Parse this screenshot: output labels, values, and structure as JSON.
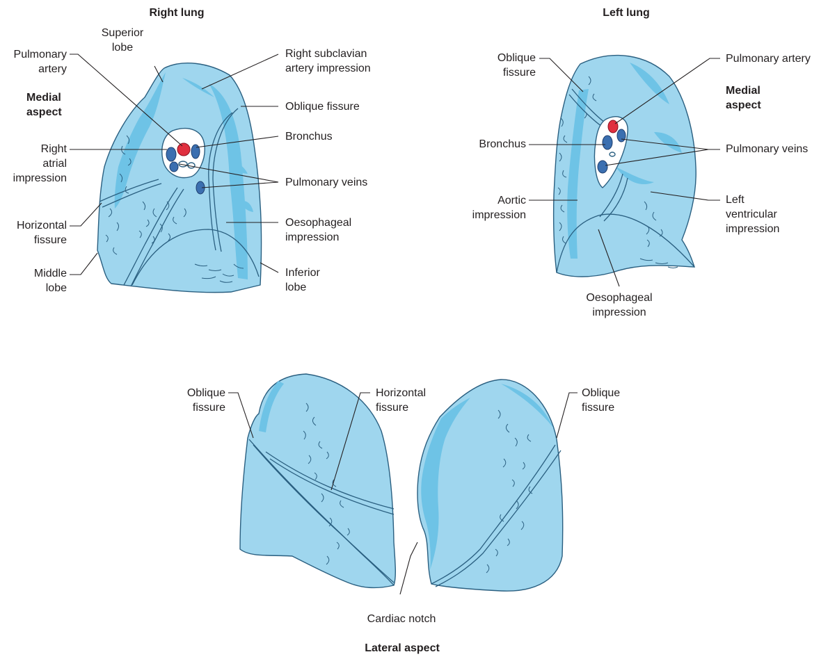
{
  "titles": {
    "right_lung": "Right lung",
    "left_lung": "Left lung",
    "medial_right": "Medial\naspect",
    "medial_left": "Medial\naspect",
    "lateral": "Lateral aspect"
  },
  "right_medial_labels": {
    "superior_lobe": "Superior\nlobe",
    "pulmonary_artery": "Pulmonary\nartery",
    "right_atrial_impression": "Right\natrial\nimpression",
    "horizontal_fissure": "Horizontal\nfissure",
    "middle_lobe": "Middle\nlobe",
    "right_subclavian": "Right subclavian\nartery impression",
    "oblique_fissure": "Oblique fissure",
    "bronchus": "Bronchus",
    "pulmonary_veins": "Pulmonary veins",
    "oesophageal_impression": "Oesophageal\nimpression",
    "inferior_lobe": "Inferior\nlobe"
  },
  "left_medial_labels": {
    "oblique_fissure": "Oblique\nfissure",
    "bronchus": "Bronchus",
    "aortic_impression": "Aortic\nimpression",
    "pulmonary_artery": "Pulmonary artery",
    "pulmonary_veins": "Pulmonary veins",
    "left_ventricular_impression": "Left\nventricular\nimpression",
    "oesophageal_impression": "Oesophageal\nimpression"
  },
  "lateral_labels": {
    "oblique_fissure_right": "Oblique\nfissure",
    "horizontal_fissure": "Horizontal\nfissure",
    "oblique_fissure_left": "Oblique\nfissure",
    "cardiac_notch": "Cardiac notch"
  },
  "colors": {
    "lung_fill": "#9fd6ee",
    "lung_dark": "#6ec3e6",
    "outline": "#2a5f80",
    "pulmonary_artery": "#e0303f",
    "pulmonary_vein": "#3b6fb0"
  }
}
